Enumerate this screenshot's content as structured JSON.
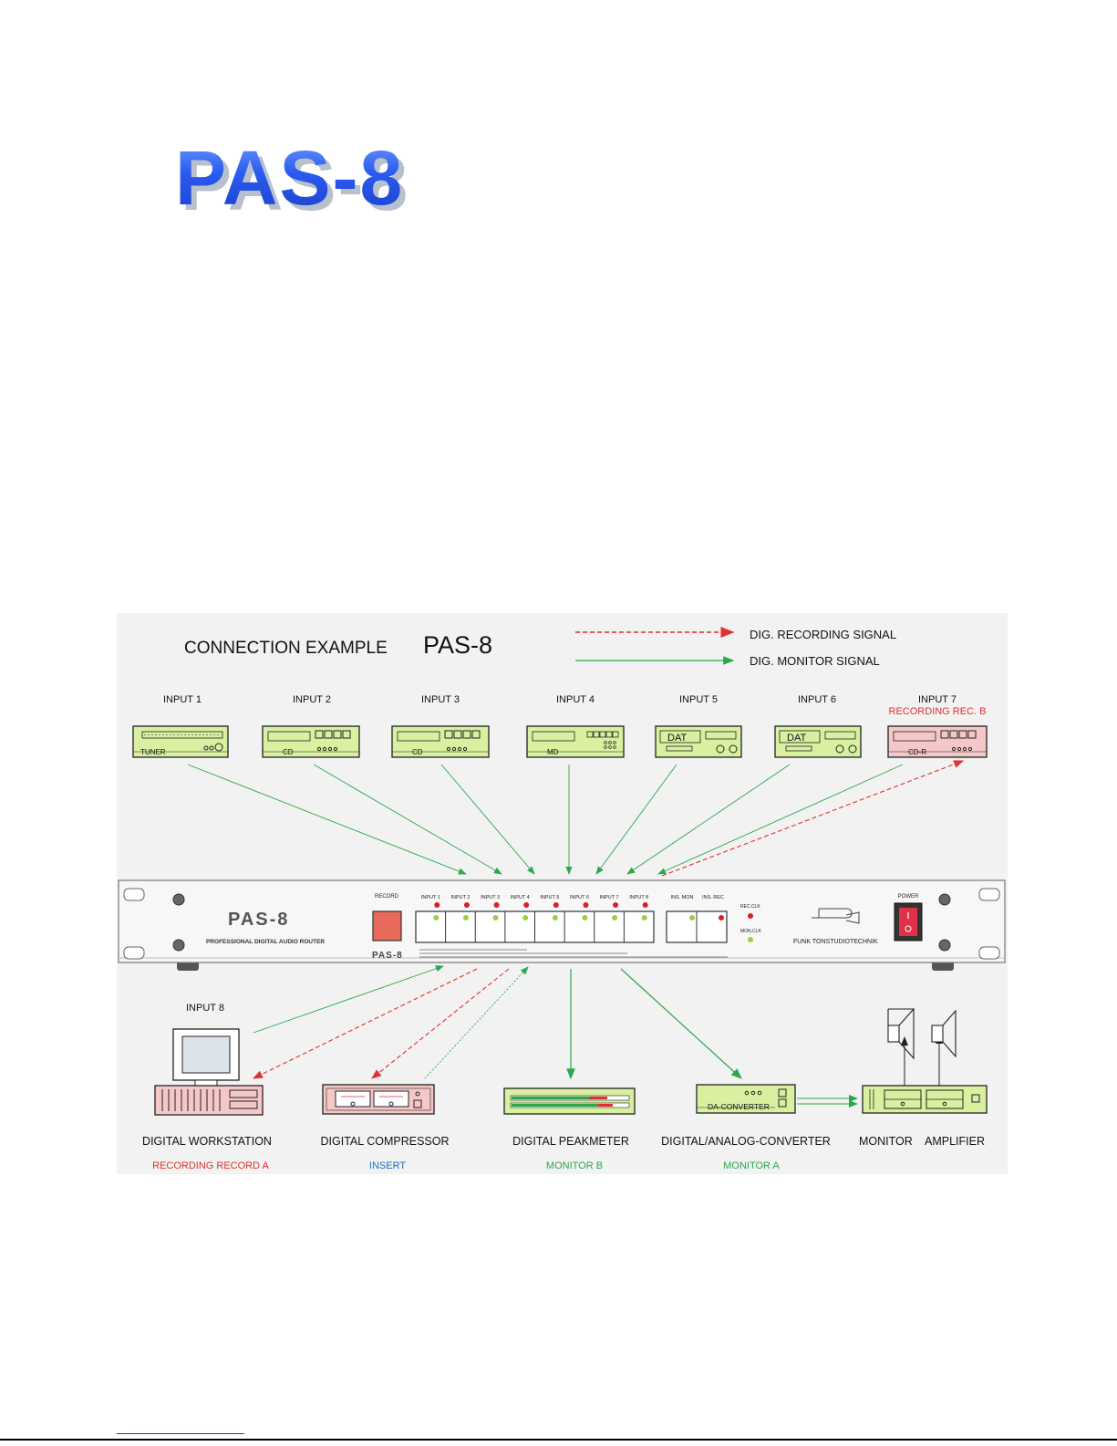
{
  "logo": {
    "text": "PAS-8",
    "color": "#2a5af0"
  },
  "diagram": {
    "title_prefix": "CONNECTION EXAMPLE",
    "title_model": "PAS-8",
    "legend": [
      {
        "label": "DIG. RECORDING SIGNAL",
        "style": "dashed",
        "color": "#e03030"
      },
      {
        "label": "DIG. MONITOR SIGNAL",
        "style": "solid",
        "color": "#2aa84a"
      }
    ],
    "inputs": [
      {
        "label": "INPUT 1",
        "device": "TUNER",
        "kind": "tuner"
      },
      {
        "label": "INPUT 2",
        "device": "CD",
        "kind": "cd"
      },
      {
        "label": "INPUT 3",
        "device": "CD",
        "kind": "cd"
      },
      {
        "label": "INPUT 4",
        "device": "MD",
        "kind": "md"
      },
      {
        "label": "INPUT 5",
        "device": "DAT",
        "kind": "dat"
      },
      {
        "label": "INPUT 6",
        "device": "DAT",
        "kind": "dat"
      },
      {
        "label": "INPUT 7",
        "sublabel": "RECORDING  REC. B",
        "device": "CD-R",
        "kind": "cdr"
      }
    ],
    "router": {
      "brand": "PAS-8",
      "subtitle": "PROFESSIONAL DIGITAL AUDIO ROUTER",
      "front_brand": "PAS-8",
      "record_label": "RECORD",
      "input_labels": [
        "INPUT 1",
        "INPUT 2",
        "INPUT 3",
        "INPUT 4",
        "INPUT 5",
        "INPUT 6",
        "INPUT 7",
        "INPUT 8"
      ],
      "ins_labels": [
        "INS. MON",
        "INS. REC"
      ],
      "rec_clk": "REC.CLK",
      "mon_clk": "MON.CLK",
      "maker": "FUNK TONSTUDIOTECHNIK",
      "power_label": "POWER"
    },
    "outputs": [
      {
        "name": "DIGITAL WORKSTATION",
        "role": "RECORDING  RECORD A",
        "role_color": "#e03030",
        "extra_label": "INPUT 8"
      },
      {
        "name": "DIGITAL COMPRESSOR",
        "role": "INSERT",
        "role_color": "#1a6fd0"
      },
      {
        "name": "DIGITAL PEAKMETER",
        "role": "MONITOR  B",
        "role_color": "#2aa84a"
      },
      {
        "name": "DIGITAL/ANALOG-CONVERTER",
        "role": "MONITOR  A",
        "role_color": "#2aa84a",
        "device": "DA-CONVERTER"
      },
      {
        "name": "MONITOR    AMPLIFIER"
      }
    ]
  }
}
